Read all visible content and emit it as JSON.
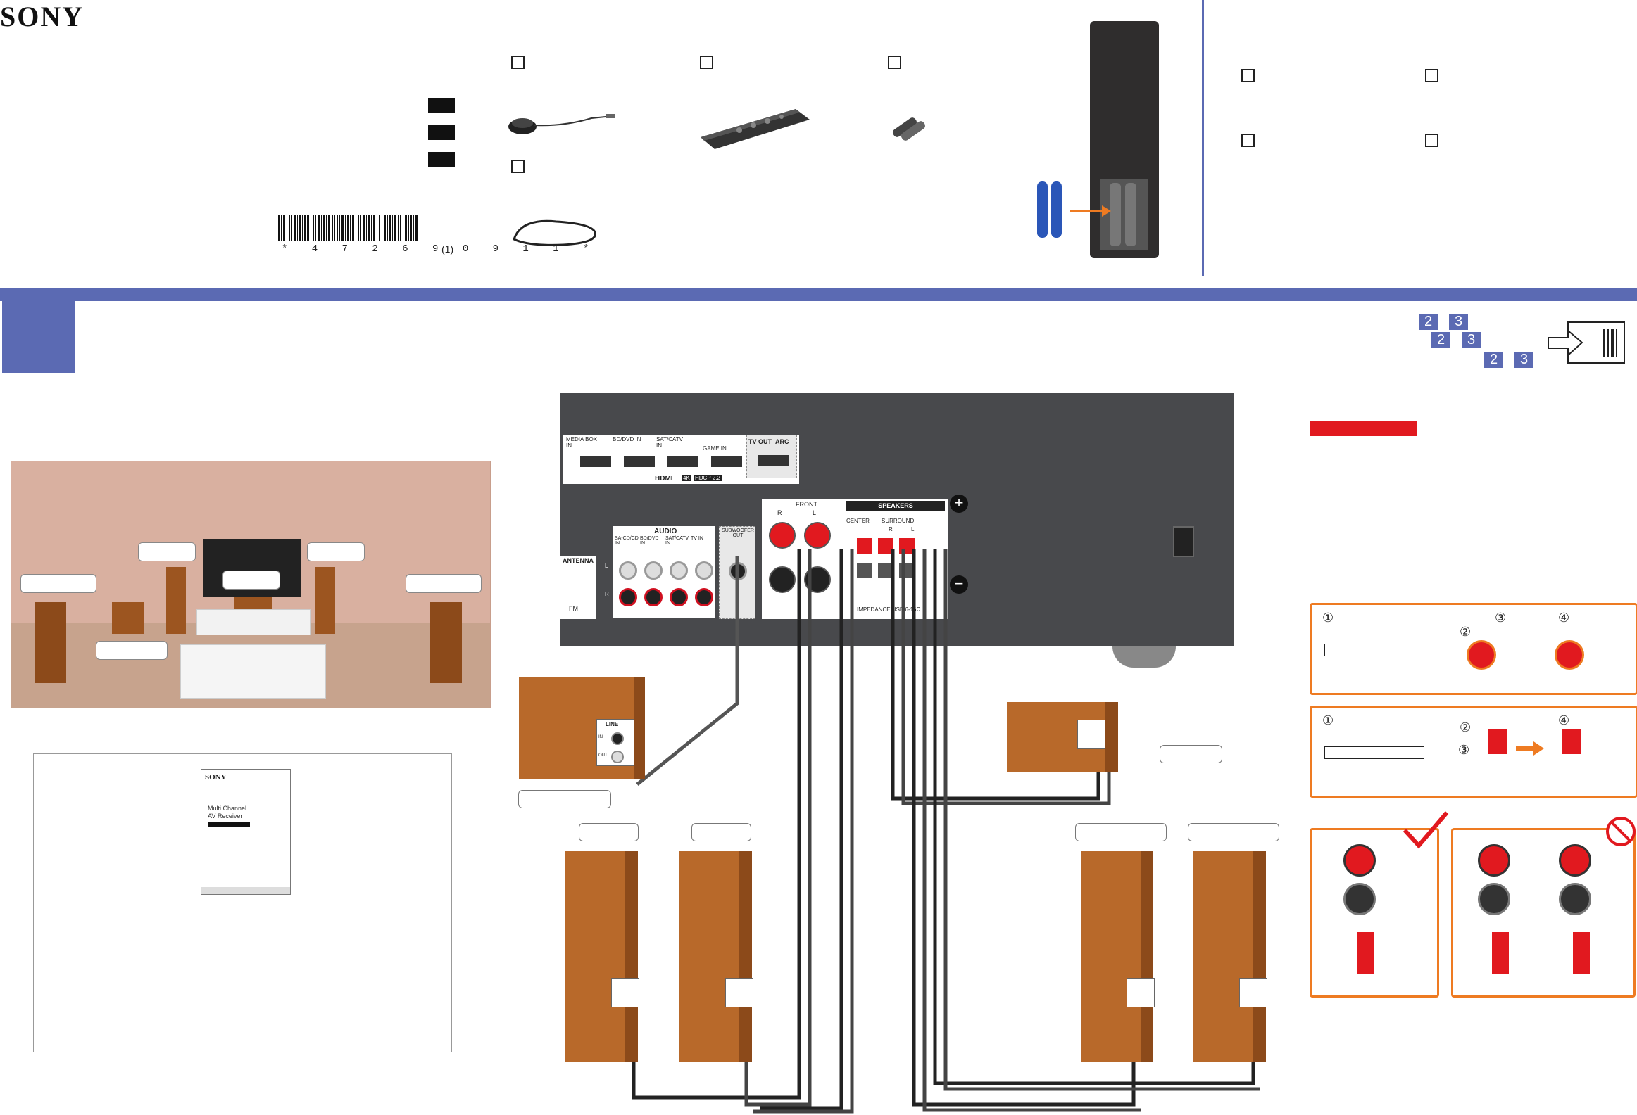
{
  "brand": "SONY",
  "barcode": {
    "number": "* 4 7 2 6 9 0 9 1 1 *",
    "revision": "(1)"
  },
  "receiver_panel": {
    "hdmi_inputs": [
      "MEDIA BOX IN",
      "BD/DVD IN",
      "SAT/CATV IN",
      "GAME IN"
    ],
    "hdmi_output": "TV OUT",
    "arc_label": "ARC",
    "hdmi_label": "HDMI",
    "hdmi_badges": [
      "4K",
      "HDCP 2.2"
    ],
    "antenna_label": "ANTENNA",
    "fm_label": "FM",
    "audio_label": "AUDIO",
    "audio_inputs": [
      "SA-CD/CD IN",
      "BD/DVD IN",
      "SAT/CATV IN",
      "TV IN"
    ],
    "audio_lr": [
      "L",
      "R"
    ],
    "subwoofer_label": "SUBWOOFER OUT",
    "speakers_label": "SPEAKERS",
    "front_label": "FRONT",
    "front_channels": [
      "R",
      "L"
    ],
    "center_label": "CENTER",
    "surround_label": "SURROUND",
    "surround_channels": [
      "R",
      "L"
    ],
    "impedance_text": "IMPEDANCE USE 6-16Ω",
    "plus_sign": "+",
    "minus_sign": "−"
  },
  "subwoofer_input": {
    "line_label": "LINE",
    "in_label": "IN",
    "out_label": "OUT"
  },
  "step_badges": [
    "2",
    "3",
    "2",
    "3",
    "2",
    "3"
  ],
  "wire_steps": [
    "①",
    "②",
    "③",
    "④",
    "①",
    "②",
    "③",
    "④"
  ],
  "manual_cover": {
    "brand": "SONY",
    "title_line1": "Multi Channel",
    "title_line2": "AV Receiver"
  },
  "colors": {
    "accent": "#5b6ab3",
    "warning_red": "#e1191f",
    "tip_orange": "#ee7b22",
    "speaker_wood": "#b8692a",
    "receiver_body": "#48494c"
  },
  "icons": [
    "checkbox-icon",
    "microphone-icon",
    "remote-icon",
    "batteries-icon",
    "fm-antenna-icon",
    "check-mark-icon",
    "prohibited-icon",
    "arrow-icon"
  ]
}
